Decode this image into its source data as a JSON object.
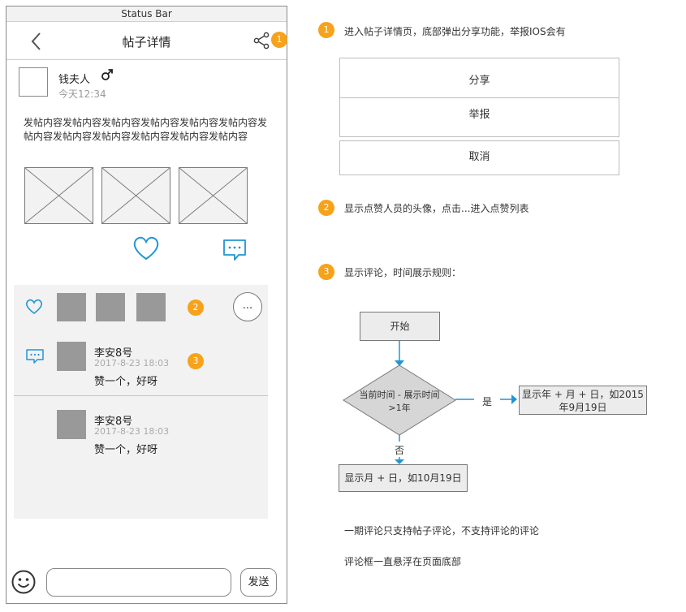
{
  "phone": {
    "status_bar": "Status Bar",
    "nav": {
      "title": "帖子详情"
    },
    "post": {
      "user_name": "钱夫人",
      "time": "今天12:34",
      "content": "发帖内容发帖内容发帖内容发帖内容发帖内容发帖内容发帖内容发帖内容发帖内容发帖内容发帖内容发帖内容"
    },
    "comments": [
      {
        "name": "李安8号",
        "time": "2017-8-23 18:03",
        "text": "赞一个，好呀"
      },
      {
        "name": "李安8号",
        "time": "2017-8-23 18:03",
        "text": "赞一个，好呀"
      }
    ],
    "more_label": "...",
    "input_placeholder": "",
    "send_label": "发送"
  },
  "badges": [
    "1",
    "2",
    "3"
  ],
  "annotations": {
    "note1": "进入帖子详情页，底部弹出分享功能，举报IOS会有",
    "action_sheet": [
      "分享",
      "举报",
      "取消"
    ],
    "note2": "显示点赞人员的头像，点击...进入点赞列表",
    "note3": "显示评论，时间展示规则：",
    "flow": {
      "start": "开始",
      "decision_line1": "当前时间 - 展示时间",
      "decision_line2": ">1年",
      "yes": "是",
      "no": "否",
      "yes_result_line1": "显示年 + 月 + 日，如2015",
      "yes_result_line2": "年9月19日",
      "no_result": "显示月 + 日，如10月19日"
    },
    "note4": "一期评论只支持帖子评论，不支持评论的评论",
    "note5": "评论框一直悬浮在页面底部"
  },
  "colors": {
    "badge": "#f6a21b",
    "accent_blue": "#2196d3",
    "placeholder_gray": "#999999",
    "panel_gray": "#f2f2f2"
  }
}
